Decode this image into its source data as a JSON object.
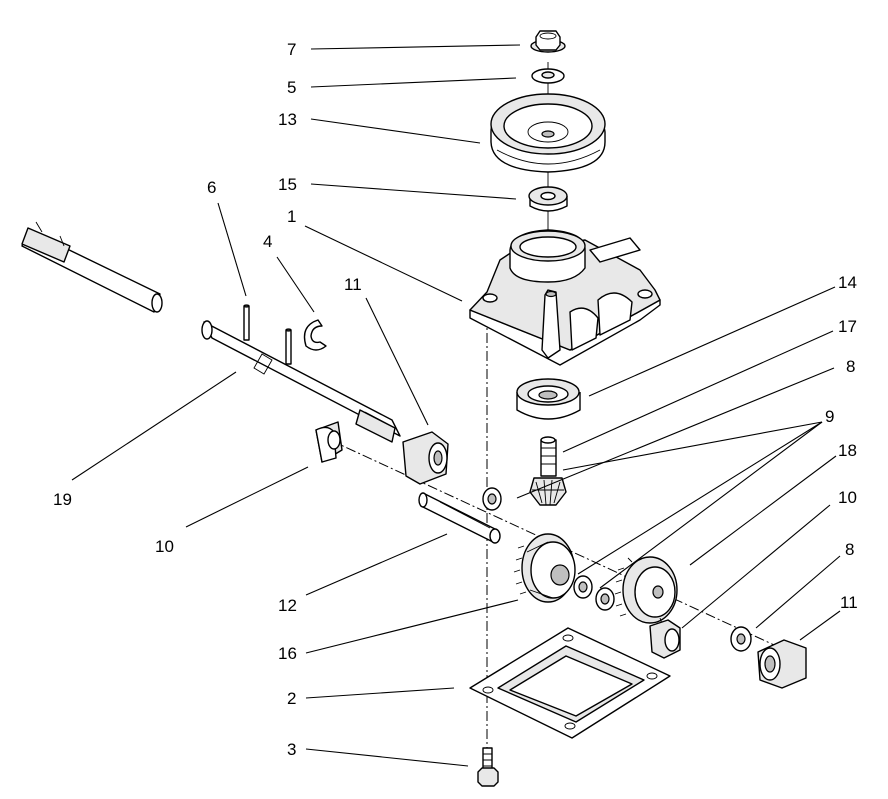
{
  "callouts": [
    {
      "id": "c7",
      "text": "7"
    },
    {
      "id": "c5",
      "text": "5"
    },
    {
      "id": "c13",
      "text": "13"
    },
    {
      "id": "c15",
      "text": "15"
    },
    {
      "id": "c1",
      "text": "1"
    },
    {
      "id": "c6",
      "text": "6"
    },
    {
      "id": "c4",
      "text": "4"
    },
    {
      "id": "c11a",
      "text": "11"
    },
    {
      "id": "c14",
      "text": "14"
    },
    {
      "id": "c17",
      "text": "17"
    },
    {
      "id": "c8a",
      "text": "8"
    },
    {
      "id": "c9",
      "text": "9"
    },
    {
      "id": "c18",
      "text": "18"
    },
    {
      "id": "c10a",
      "text": "10"
    },
    {
      "id": "c19",
      "text": "19"
    },
    {
      "id": "c10b",
      "text": "10"
    },
    {
      "id": "c8b",
      "text": "8"
    },
    {
      "id": "c11b",
      "text": "11"
    },
    {
      "id": "c12",
      "text": "12"
    },
    {
      "id": "c16",
      "text": "16"
    },
    {
      "id": "c2",
      "text": "2"
    },
    {
      "id": "c3",
      "text": "3"
    }
  ]
}
